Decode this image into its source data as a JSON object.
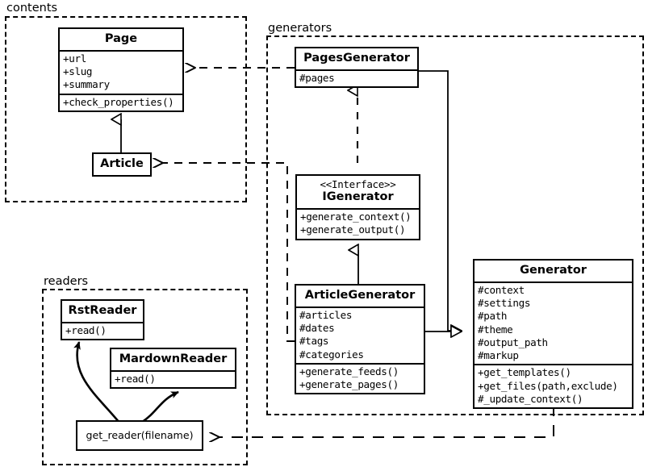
{
  "diagram": {
    "type": "uml-class-diagram",
    "packages": [
      {
        "id": "contents",
        "label": "contents"
      },
      {
        "id": "generators",
        "label": "generators"
      },
      {
        "id": "readers",
        "label": "readers"
      }
    ],
    "classes": {
      "page": {
        "name": "Page",
        "attributes": [
          "+url",
          "+slug",
          "+summary"
        ],
        "operations": [
          "+check_properties()"
        ]
      },
      "article": {
        "name": "Article",
        "attributes": [],
        "operations": []
      },
      "pages_generator": {
        "name": "PagesGenerator",
        "attributes": [
          "#pages"
        ],
        "operations": []
      },
      "igenerator": {
        "stereotype": "<<Interface>>",
        "name": "IGenerator",
        "attributes": [],
        "operations": [
          "+generate_context()",
          "+generate_output()"
        ]
      },
      "article_generator": {
        "name": "ArticleGenerator",
        "attributes": [
          "#articles",
          "#dates",
          "#tags",
          "#categories"
        ],
        "operations": [
          "+generate_feeds()",
          "+generate_pages()"
        ]
      },
      "generator": {
        "name": "Generator",
        "attributes": [
          "#context",
          "#settings",
          "#path",
          "#theme",
          "#output_path",
          "#markup"
        ],
        "operations": [
          "+get_templates()",
          "+get_files(path,exclude)",
          "#_update_context()"
        ]
      },
      "rst_reader": {
        "name": "RstReader",
        "attributes": [],
        "operations": [
          "+read()"
        ]
      },
      "mardown_reader": {
        "name": "MardownReader",
        "attributes": [],
        "operations": [
          "+read()"
        ]
      },
      "get_reader": {
        "name": "get_reader(filename)"
      }
    },
    "relationships": [
      {
        "kind": "generalization",
        "from": "Article",
        "to": "Page"
      },
      {
        "kind": "realization",
        "from": "PagesGenerator",
        "to": "IGenerator"
      },
      {
        "kind": "generalization",
        "from": "ArticleGenerator",
        "to": "IGenerator"
      },
      {
        "kind": "generalization",
        "from": "PagesGenerator",
        "to": "Generator"
      },
      {
        "kind": "generalization",
        "from": "ArticleGenerator",
        "to": "Generator"
      },
      {
        "kind": "dependency",
        "from": "PagesGenerator",
        "to": "Page"
      },
      {
        "kind": "dependency",
        "from": "ArticleGenerator",
        "to": "Article"
      },
      {
        "kind": "dependency",
        "from": "Generator",
        "to": "get_reader(filename)"
      },
      {
        "kind": "association",
        "from": "get_reader(filename)",
        "to": "RstReader"
      },
      {
        "kind": "association",
        "from": "get_reader(filename)",
        "to": "MardownReader"
      }
    ],
    "colors": {
      "stroke": "#000000",
      "background": "#ffffff"
    }
  }
}
